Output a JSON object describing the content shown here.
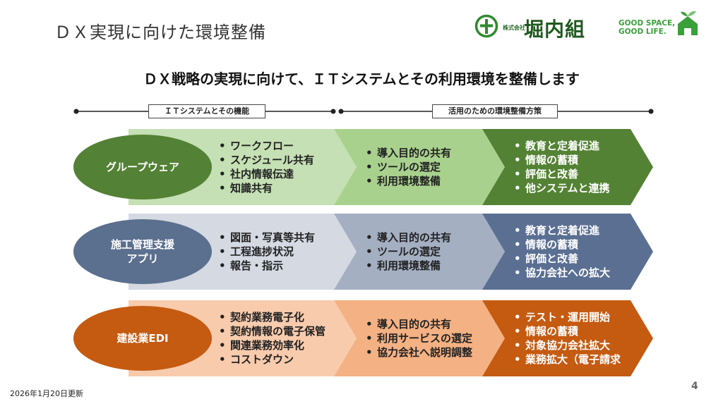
{
  "slide_title": "ＤＸ実現に向けた環境整備",
  "company": {
    "prefix": "株式会社",
    "name": "堀内組",
    "slogan": "GOOD SPACE,\nGOOD LIFE."
  },
  "headline": "ＤＸ戦略の実現に向けて、ＩＴシステムとその利用環境を整備します",
  "section_labels": {
    "left": "ＩＴシステムとその機能",
    "right": "活用のための環境整備方策"
  },
  "rows": [
    {
      "system": "グループウェア",
      "functions": [
        "ワークフロー",
        "スケジュール共有",
        "社内情報伝達",
        "知識共有"
      ],
      "preparation": [
        "導入目的の共有",
        "ツールの選定",
        "利用環境整備"
      ],
      "promotion": [
        "教育と定着促進",
        "情報の蓄積",
        "評価と改善",
        "他システムと連携"
      ],
      "colors": {
        "oval": "#538135",
        "light": "#c5e0b4",
        "mid": "#a9d18e",
        "dark": "#548235"
      }
    },
    {
      "system": "施工管理支援\nアプリ",
      "functions": [
        "図面・写真等共有",
        "工程進捗状況",
        "報告・指示"
      ],
      "preparation": [
        "導入目的の共有",
        "ツールの選定",
        "利用環境整備"
      ],
      "promotion": [
        "教育と定着促進",
        "情報の蓄積",
        "評価と改善",
        "協力会社への拡大"
      ],
      "colors": {
        "oval": "#5b6f8f",
        "light": "#d4d9e2",
        "mid": "#a4afc2",
        "dark": "#5a6f92"
      }
    },
    {
      "system": "建設業EDI",
      "functions": [
        "契約業務電子化",
        "契約情報の電子保管",
        "関連業務効率化",
        "コストダウン"
      ],
      "preparation": [
        "導入目的の共有",
        "利用サービスの選定",
        "協力会社へ説明調整"
      ],
      "promotion": [
        "テスト・運用開始",
        "情報の蓄積",
        "対象協力会社拡大",
        "業務拡大（電子請求"
      ],
      "colors": {
        "oval": "#c55a11",
        "light": "#f8cbad",
        "mid": "#f4b183",
        "dark": "#c55a11"
      }
    }
  ],
  "footer": {
    "updated": "2026年1月20日更新",
    "page_number": "4"
  }
}
